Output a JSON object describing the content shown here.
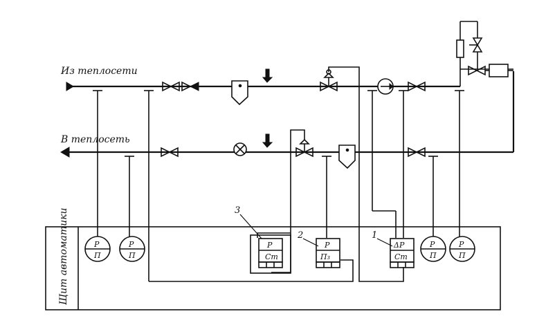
{
  "labels": {
    "supply_from": "Из теплосети",
    "return_to": "В теплосеть",
    "panel": "Щит автоматики"
  },
  "instrument_numbers": [
    "1",
    "2",
    "3"
  ],
  "gauges": {
    "top_letter": "Р",
    "bottom_letter": "П"
  },
  "regulators": {
    "r1": {
      "top": "ΔР",
      "bottom": "Ст"
    },
    "r2": {
      "top": "Р",
      "bottom": "П₃"
    },
    "r3": {
      "top": "Р",
      "bottom": "Ст"
    }
  }
}
